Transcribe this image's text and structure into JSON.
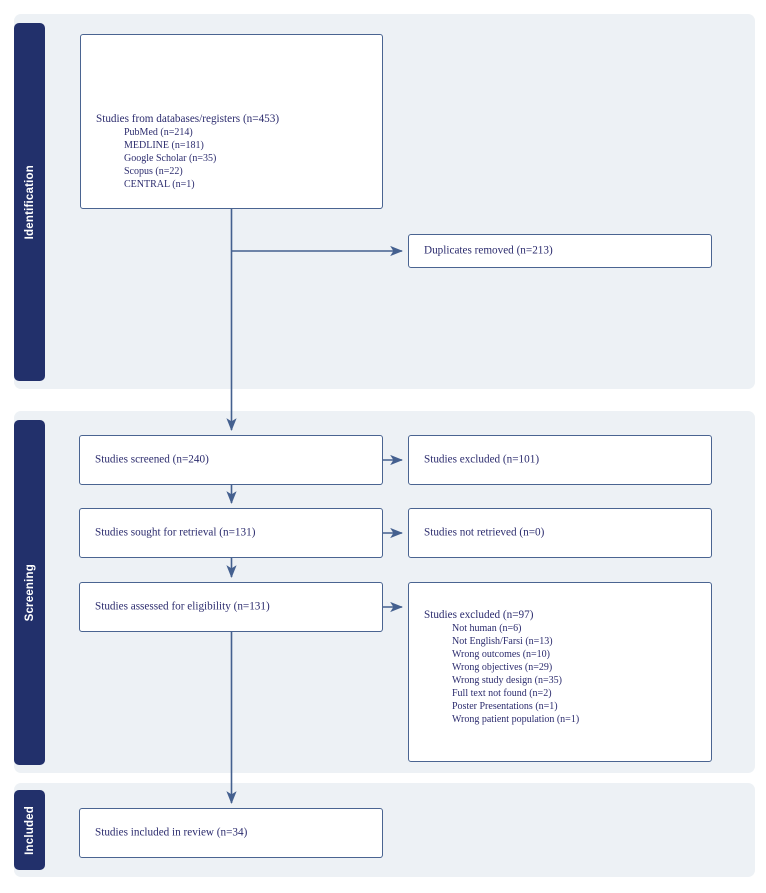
{
  "diagram": {
    "type": "prisma-flow-diagram",
    "colors": {
      "stage_bar": "#22306b",
      "panel_background": "#edf1f5",
      "box_border": "#4a6491",
      "box_fill": "#ffffff",
      "text": "#2c2c6e",
      "connector": "#44608f"
    }
  },
  "stages": {
    "identification": "Identification",
    "screening": "Screening",
    "included": "Included"
  },
  "boxes": {
    "sources": {
      "title": "Studies from databases/registers (n=453)",
      "items": [
        "PubMed (n=214)",
        "MEDLINE (n=181)",
        "Google Scholar (n=35)",
        "Scopus (n=22)",
        "CENTRAL (n=1)"
      ]
    },
    "duplicates": {
      "title": "Duplicates removed (n=213)"
    },
    "screened": {
      "title": "Studies screened (n=240)"
    },
    "excluded_screening": {
      "title": "Studies excluded (n=101)"
    },
    "sought": {
      "title": "Studies sought for retrieval (n=131)"
    },
    "not_retrieved": {
      "title": "Studies not retrieved (n=0)"
    },
    "assessed": {
      "title": "Studies assessed for eligibility (n=131)"
    },
    "excluded_eligibility": {
      "title": "Studies excluded (n=97)",
      "items": [
        "Not human (n=6)",
        "Not English/Farsi (n=13)",
        "Wrong outcomes (n=10)",
        "Wrong objectives (n=29)",
        "Wrong study design (n=35)",
        "Full text not found (n=2)",
        "Poster Presentations (n=1)",
        "Wrong patient population (n=1)"
      ]
    },
    "included": {
      "title": "Studies included in review (n=34)"
    }
  },
  "chart_data": {
    "type": "diagram",
    "title": "PRISMA 2020 flow diagram",
    "nodes": [
      {
        "id": "sources",
        "stage": "Identification",
        "label": "Studies from databases/registers",
        "n": 453
      },
      {
        "id": "duplicates",
        "stage": "Identification",
        "label": "Duplicates removed",
        "n": 213
      },
      {
        "id": "screened",
        "stage": "Screening",
        "label": "Studies screened",
        "n": 240
      },
      {
        "id": "excluded_screening",
        "stage": "Screening",
        "label": "Studies excluded",
        "n": 101
      },
      {
        "id": "sought",
        "stage": "Screening",
        "label": "Studies sought for retrieval",
        "n": 131
      },
      {
        "id": "not_retrieved",
        "stage": "Screening",
        "label": "Studies not retrieved",
        "n": 0
      },
      {
        "id": "assessed",
        "stage": "Screening",
        "label": "Studies assessed for eligibility",
        "n": 131
      },
      {
        "id": "excluded_eligibility",
        "stage": "Screening",
        "label": "Studies excluded",
        "n": 97
      },
      {
        "id": "included",
        "stage": "Included",
        "label": "Studies included in review",
        "n": 34
      }
    ],
    "source_counts": [
      {
        "name": "PubMed",
        "n": 214
      },
      {
        "name": "MEDLINE",
        "n": 181
      },
      {
        "name": "Google Scholar",
        "n": 35
      },
      {
        "name": "Scopus",
        "n": 22
      },
      {
        "name": "CENTRAL",
        "n": 1
      }
    ],
    "exclusion_reasons": [
      {
        "reason": "Not human",
        "n": 6
      },
      {
        "reason": "Not English/Farsi",
        "n": 13
      },
      {
        "reason": "Wrong outcomes",
        "n": 10
      },
      {
        "reason": "Wrong objectives",
        "n": 29
      },
      {
        "reason": "Wrong study design",
        "n": 35
      },
      {
        "reason": "Full text not found",
        "n": 2
      },
      {
        "reason": "Poster Presentations",
        "n": 1
      },
      {
        "reason": "Wrong patient population",
        "n": 1
      }
    ],
    "edges": [
      {
        "from": "sources",
        "to": "duplicates"
      },
      {
        "from": "sources",
        "to": "screened"
      },
      {
        "from": "screened",
        "to": "excluded_screening"
      },
      {
        "from": "screened",
        "to": "sought"
      },
      {
        "from": "sought",
        "to": "not_retrieved"
      },
      {
        "from": "sought",
        "to": "assessed"
      },
      {
        "from": "assessed",
        "to": "excluded_eligibility"
      },
      {
        "from": "assessed",
        "to": "included"
      }
    ]
  }
}
